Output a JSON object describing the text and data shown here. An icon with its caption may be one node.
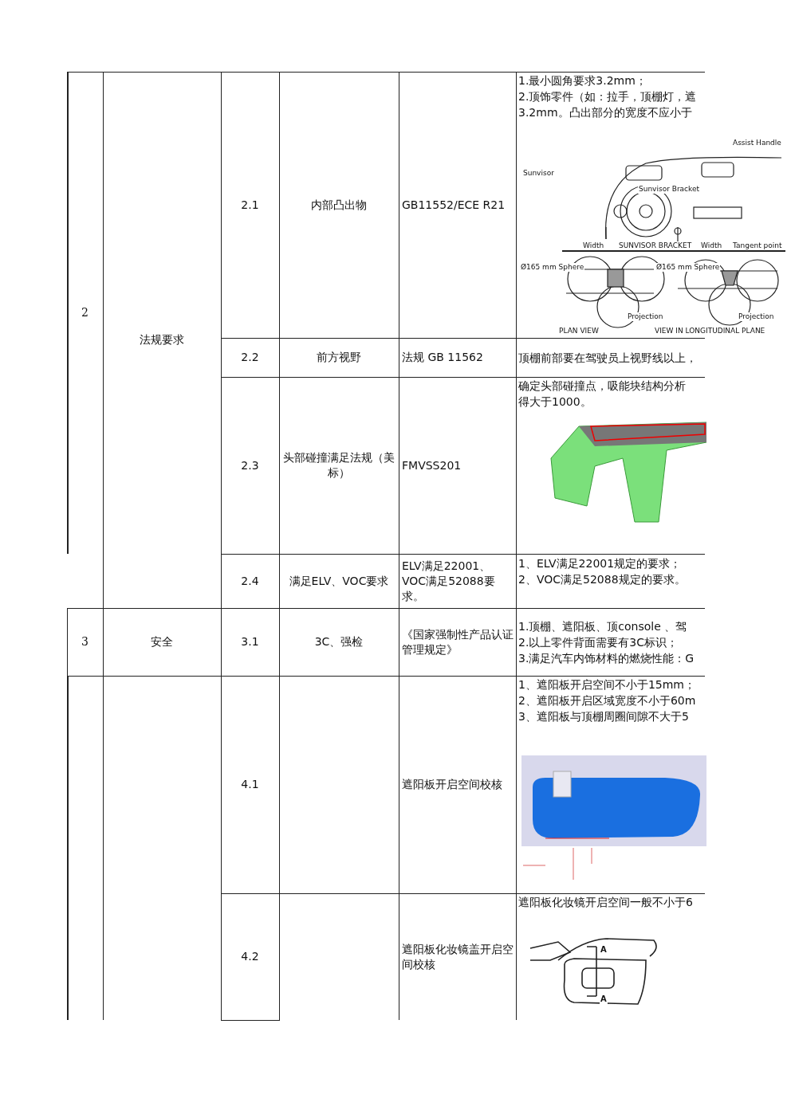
{
  "diagram": {
    "labels": [
      "2",
      "法规要求",
      "2.1",
      "内部凸出物",
      "GB11552/ECE R21",
      "1.最小圆角要求3.2mm；",
      "2.顶饰零件（如：拉手，顶棚灯，遮",
      "3.2mm。凸出部分的宽度不应小于",
      "Sunvisor",
      "Sunvisor Bracket",
      "Assist Handle",
      "Width",
      "SUNVISOR BRACKET",
      "Width",
      "Tangent point",
      "Ø165 mm Sphere",
      "Projection",
      "Ø165 mm Sphere",
      "Projection",
      "PLAN VIEW",
      "VIEW IN LONGITUDINAL PLANE",
      "2.2",
      "前方视野",
      "法规 GB 11562",
      "顶棚前部要在驾驶员上视野线以上，",
      "2.3",
      "头部碰撞满足法规（美标）",
      "FMVSS201",
      "确定头部碰撞点，吸能块结构分析",
      "得大于1000。",
      "2.4",
      "满足ELV、VOC要求",
      "ELV满足22001、VOC满足52088要求。",
      "1、ELV满足22001规定的要求；",
      "2、VOC满足52088规定的要求。",
      "3",
      "安全",
      "3.1",
      "3C、强检",
      "《国家强制性产品认证管理规定》",
      "1.顶棚、遮阳板、顶console 、驾",
      "2.以上零件背面需要有3C标识；",
      "3.满足汽车内饰材料的燃烧性能：G",
      "4.1",
      "遮阳板开启空间校核",
      "1、遮阳板开启空间不小于15mm；",
      "2、遮阳板开启区域宽度不小于60m",
      "3、遮阳板与顶棚周圈间隙不大于5",
      "4.2",
      "遮阳板化妆镜盖开启空间校核",
      "遮阳板化妆镜开启空间一般不小于6",
      "A",
      "A"
    ]
  }
}
